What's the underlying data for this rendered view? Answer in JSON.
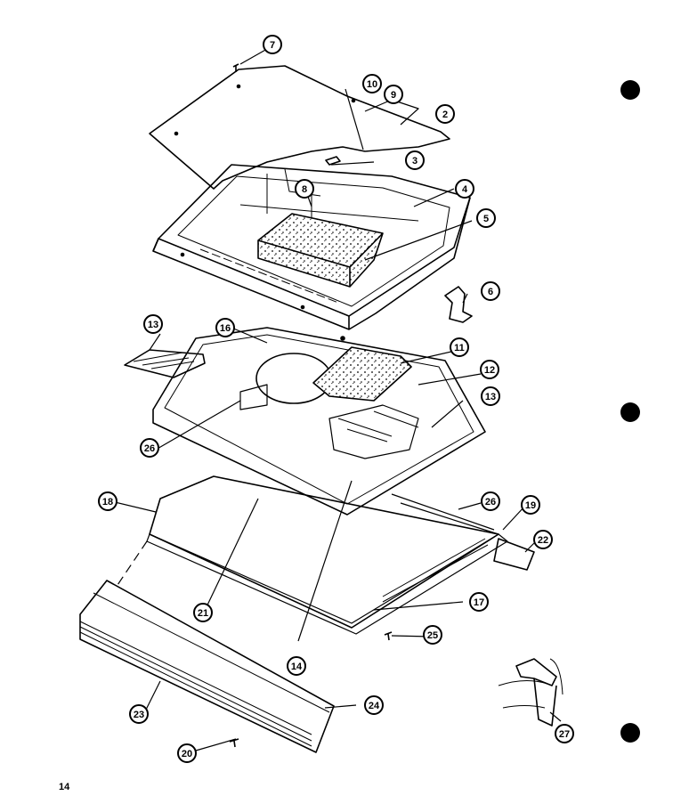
{
  "page": {
    "page_number": "14"
  },
  "callouts": [
    {
      "id": "c7",
      "label": "7"
    },
    {
      "id": "c10",
      "label": "10"
    },
    {
      "id": "c9",
      "label": "9"
    },
    {
      "id": "c2",
      "label": "2"
    },
    {
      "id": "c3",
      "label": "3"
    },
    {
      "id": "c8",
      "label": "8"
    },
    {
      "id": "c4",
      "label": "4"
    },
    {
      "id": "c5",
      "label": "5"
    },
    {
      "id": "c6",
      "label": "6"
    },
    {
      "id": "c13a",
      "label": "13"
    },
    {
      "id": "c16",
      "label": "16"
    },
    {
      "id": "c11",
      "label": "11"
    },
    {
      "id": "c12",
      "label": "12"
    },
    {
      "id": "c13b",
      "label": "13"
    },
    {
      "id": "c26a",
      "label": "26"
    },
    {
      "id": "c18",
      "label": "18"
    },
    {
      "id": "c26b",
      "label": "26"
    },
    {
      "id": "c19",
      "label": "19"
    },
    {
      "id": "c22",
      "label": "22"
    },
    {
      "id": "c21",
      "label": "21"
    },
    {
      "id": "c14",
      "label": "14"
    },
    {
      "id": "c17",
      "label": "17"
    },
    {
      "id": "c25",
      "label": "25"
    },
    {
      "id": "c24",
      "label": "24"
    },
    {
      "id": "c23",
      "label": "23"
    },
    {
      "id": "c20",
      "label": "20"
    },
    {
      "id": "c27",
      "label": "27"
    }
  ]
}
